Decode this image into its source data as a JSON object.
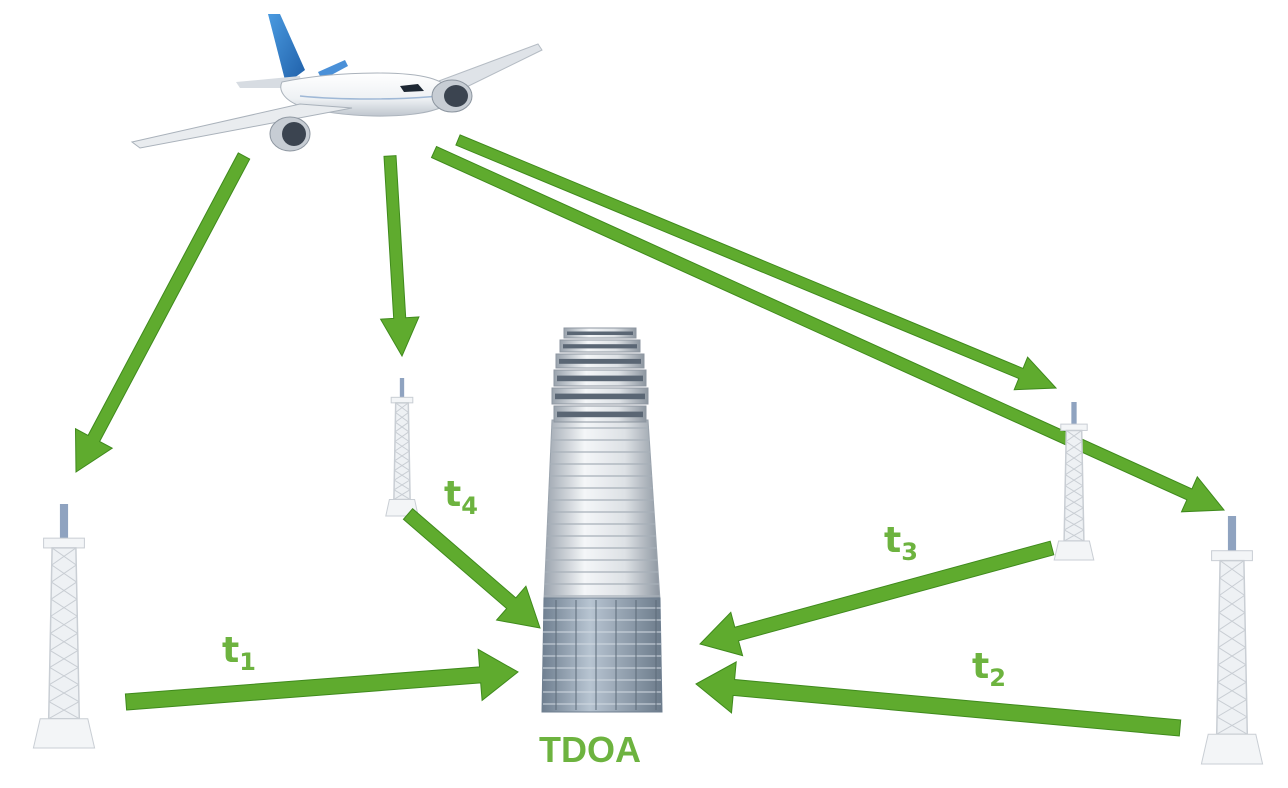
{
  "diagram": {
    "caption": "TDOA",
    "labels": [
      {
        "id": "t1",
        "base": "t",
        "sub": "1"
      },
      {
        "id": "t2",
        "base": "t",
        "sub": "2"
      },
      {
        "id": "t3",
        "base": "t",
        "sub": "3"
      },
      {
        "id": "t4",
        "base": "t",
        "sub": "4"
      }
    ],
    "colors": {
      "arrow": "#5fab2e",
      "arrow_dark": "#3f8a1c",
      "label": "#6db33f",
      "tower_light": "#f3f5f7",
      "tower_mid": "#c9ced4",
      "tower_dark": "#8d96a0",
      "glass": "#9fb0c0",
      "plane_body": "#f4f6f8",
      "plane_tail": "#2f7fd0"
    },
    "icons": [
      "airplane-icon",
      "control-tower-icon",
      "antenna-mast-icon"
    ]
  }
}
